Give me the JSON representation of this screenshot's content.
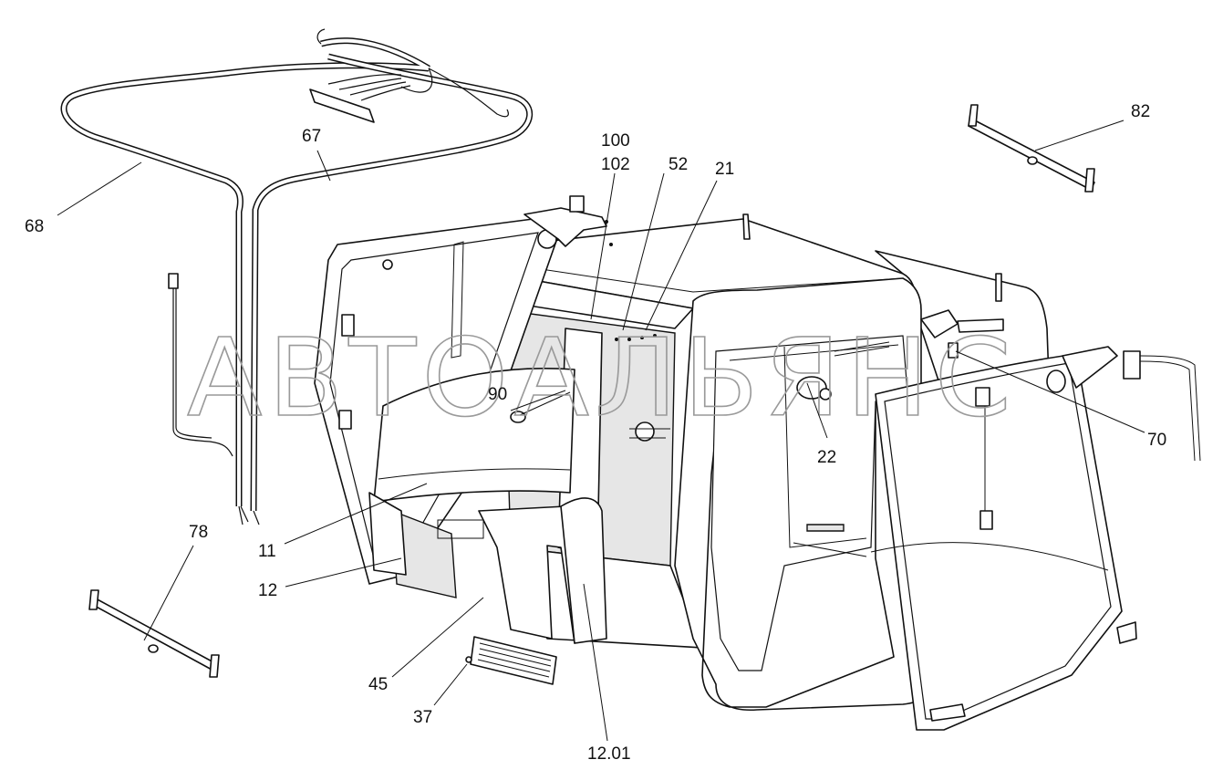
{
  "watermark": "АВТОАЛЬЯНС",
  "callouts": {
    "c68": "68",
    "c67": "67",
    "c100": "100",
    "c102": "102",
    "c52": "52",
    "c21": "21",
    "c82": "82",
    "c90": "90",
    "c22": "22",
    "c70": "70",
    "c78": "78",
    "c11": "11",
    "c12": "12",
    "c45": "45",
    "c37": "37",
    "c1201": "12.01"
  }
}
